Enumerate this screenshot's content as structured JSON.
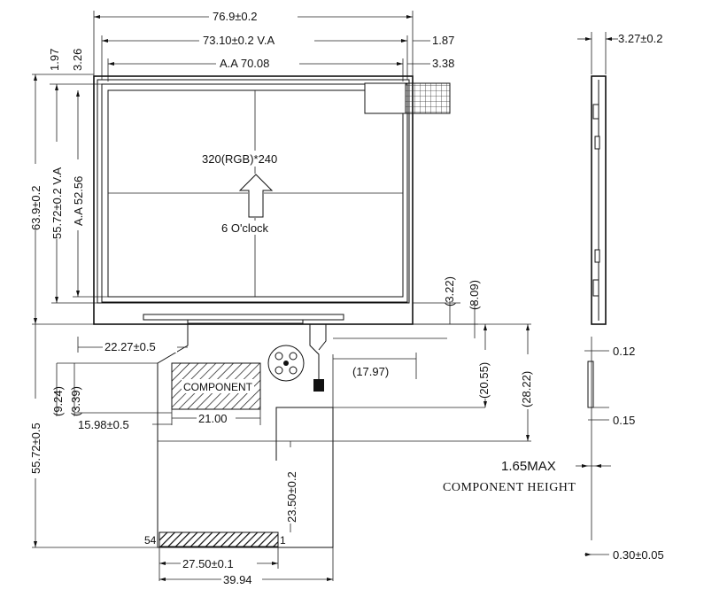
{
  "top_dims": {
    "outline_width": "76.9±0.2",
    "view_area_width": "73.10±0.2  V.A",
    "active_area_width": "A.A  70.08",
    "right_1": "1.87",
    "right_2": "3.38",
    "left_1": "1.97",
    "left_2": "3.26"
  },
  "left_dims": {
    "outline_height": "63.9±0.2",
    "view_area_height": "55.72±0.2  V.A",
    "active_area_height": "A.A  52.56"
  },
  "screen": {
    "resolution": "320(RGB)*240",
    "orientation": "6 O'clock"
  },
  "fpc_dims": {
    "d_3_22": "(3.22)",
    "d_8_09": "(8.09)",
    "d_22_27": "22.27±0.5",
    "d_17_97": "(17.97)",
    "d_20_55": "(20.55)",
    "d_28_22": "(28.22)",
    "d_9_24": "(9.24)",
    "d_3_39": "(3.39)",
    "d_15_98": "15.98±0.5",
    "d_21_00": "21.00",
    "d_23_50": "23.50±0.2",
    "d_55_72": "55.72±0.5",
    "d_27_50": "27.50±0.1",
    "d_39_94": "39.94",
    "component_label": "COMPONENT",
    "pin_54": "54",
    "pin_1": "1"
  },
  "side_view": {
    "thickness": "3.27±0.2",
    "d_0_12": "0.12",
    "d_0_15": "0.15",
    "component_max": "1.65MAX",
    "component_height_label": "COMPONENT HEIGHT",
    "d_0_30": "0.30±0.05"
  }
}
